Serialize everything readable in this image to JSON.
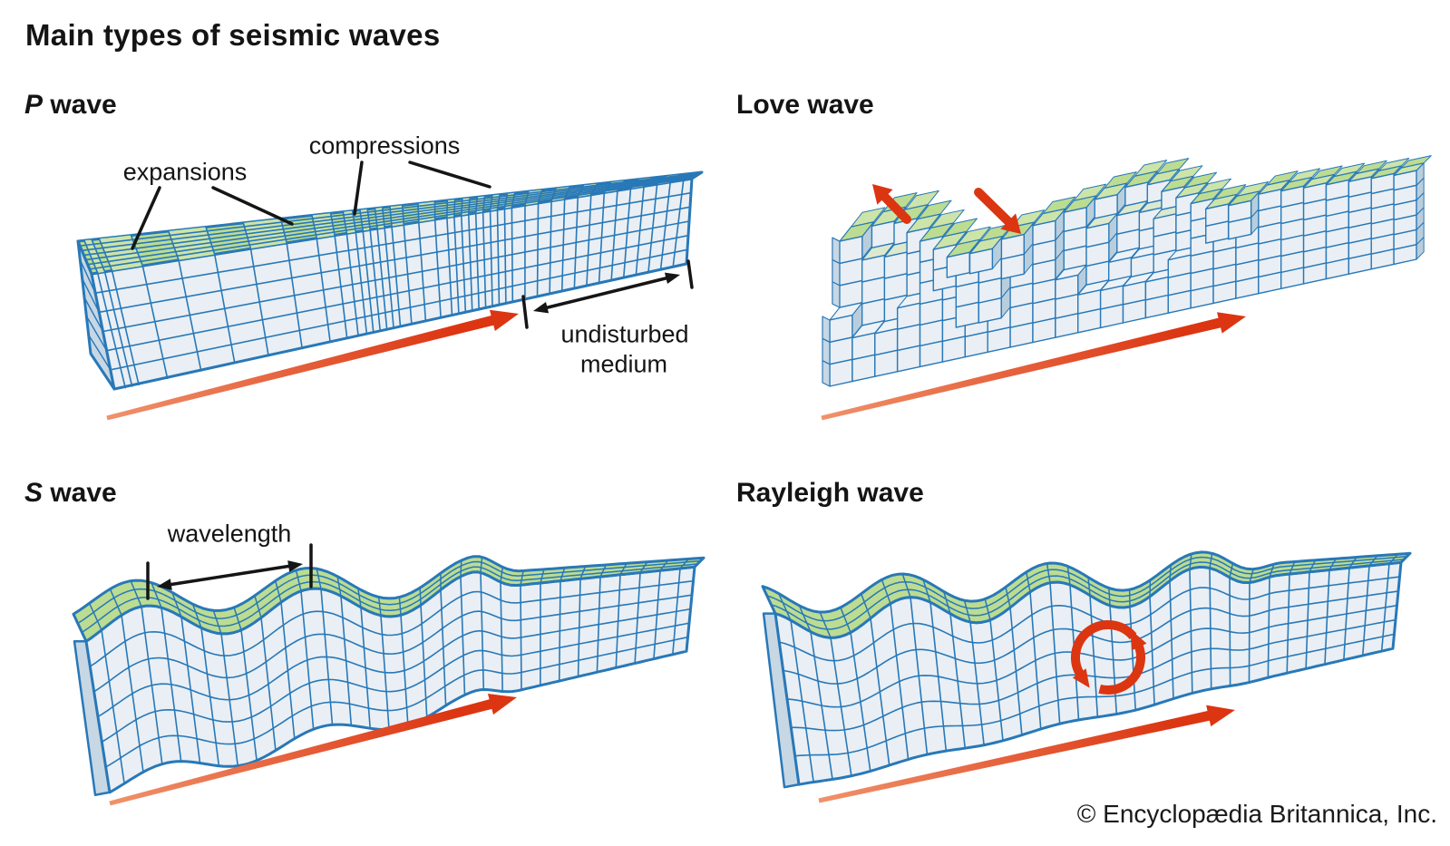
{
  "title": "Main types of seismic waves",
  "panels": {
    "p_wave": {
      "label_italic": "P",
      "label_rest": " wave",
      "annotations": {
        "expansions": "expansions",
        "compressions": "compressions",
        "undisturbed_line1": "undisturbed",
        "undisturbed_line2": "medium"
      },
      "icons": [
        "propagation-arrow"
      ]
    },
    "love_wave": {
      "label_italic": "",
      "label_rest": "Love wave",
      "icons": [
        "shear-arrow-up-left",
        "shear-arrow-down-right",
        "propagation-arrow"
      ]
    },
    "s_wave": {
      "label_italic": "S",
      "label_rest": " wave",
      "annotations": {
        "wavelength": "wavelength"
      },
      "icons": [
        "propagation-arrow"
      ]
    },
    "rayleigh_wave": {
      "label_italic": "",
      "label_rest": "Rayleigh wave",
      "icons": [
        "particle-motion-circle",
        "propagation-arrow"
      ]
    }
  },
  "footer": {
    "copyright": "© Encyclopædia Britannica, Inc."
  },
  "palette": {
    "grid_blue": "#2878B8",
    "face_fill": "#E9EFF4",
    "face_fill_alt": "#EDF2F7",
    "top_green": "#BCDC92",
    "top_green_alt": "#CDE4A9",
    "top_green_pale": "#DCE9CE",
    "cap_fill": "#C7D7E4",
    "side_fill": "#B9CEDD",
    "arrow_red": "#DC3512",
    "arrow_red_light": "#F0926B",
    "ink": "#151515"
  }
}
